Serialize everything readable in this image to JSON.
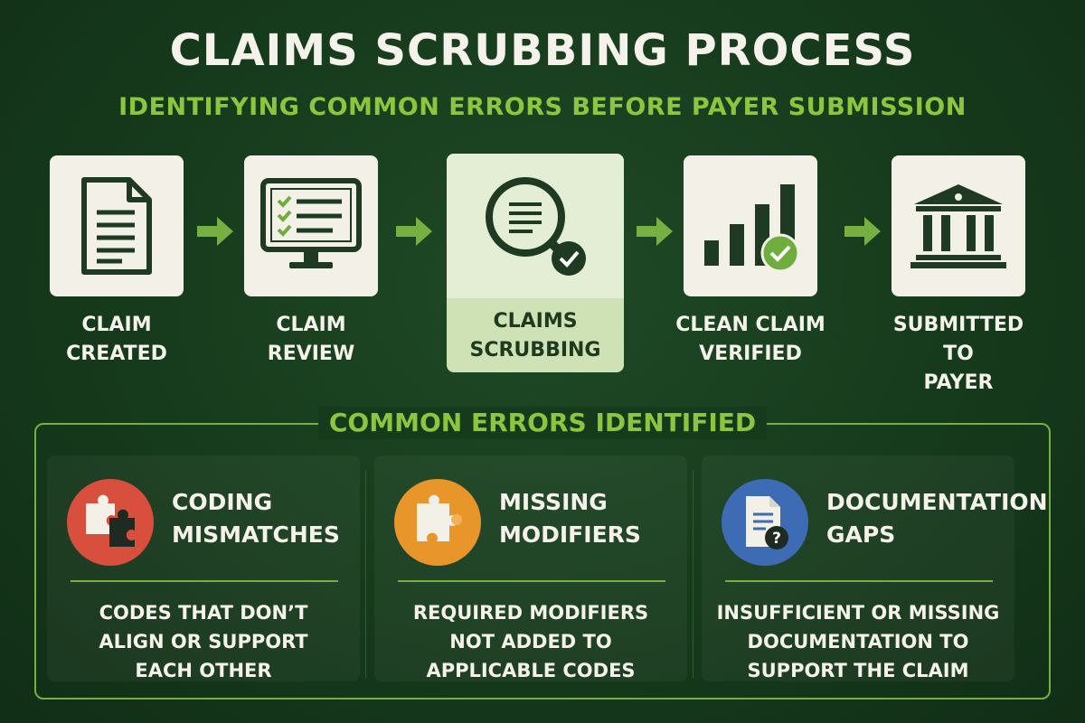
{
  "title": "CLAIMS SCRUBBING PROCESS",
  "subtitle": "IDENTIFYING COMMON ERRORS BEFORE PAYER SUBMISSION",
  "steps": [
    {
      "label": "CLAIM\nCREATED",
      "icon": "document-icon"
    },
    {
      "label": "CLAIM\nREVIEW",
      "icon": "monitor-checklist-icon"
    },
    {
      "label": "CLAIMS\nSCRUBBING",
      "icon": "magnifier-check-icon",
      "highlighted": true
    },
    {
      "label": "CLEAN CLAIM\nVERIFIED",
      "icon": "bar-chart-check-icon"
    },
    {
      "label": "SUBMITTED TO\nPAYER",
      "icon": "bank-building-icon"
    }
  ],
  "errors_section": {
    "title": "COMMON ERRORS IDENTIFIED",
    "items": [
      {
        "title": "CODING\nMISMATCHES",
        "description": "CODES THAT DON’T\nALIGN OR SUPPORT\nEACH OTHER",
        "icon": "puzzle-mismatch-icon",
        "color": "#d94f3d"
      },
      {
        "title": "MISSING\nMODIFIERS",
        "description": "REQUIRED MODIFIERS\nNOT ADDED TO\nAPPLICABLE CODES",
        "icon": "puzzle-piece-icon",
        "color": "#e8962a"
      },
      {
        "title": "DOCUMENTATION\nGAPS",
        "description": "INSUFFICIENT OR MISSING\nDOCUMENTATION TO\nSUPPORT THE CLAIM",
        "icon": "document-question-icon",
        "color": "#3d6cb5"
      }
    ]
  },
  "colors": {
    "background": "#163a1c",
    "accent": "#8cc63f",
    "tile": "#f3f1e7",
    "icon_dark": "#1e3a22",
    "highlight": "#cfe2b5"
  }
}
